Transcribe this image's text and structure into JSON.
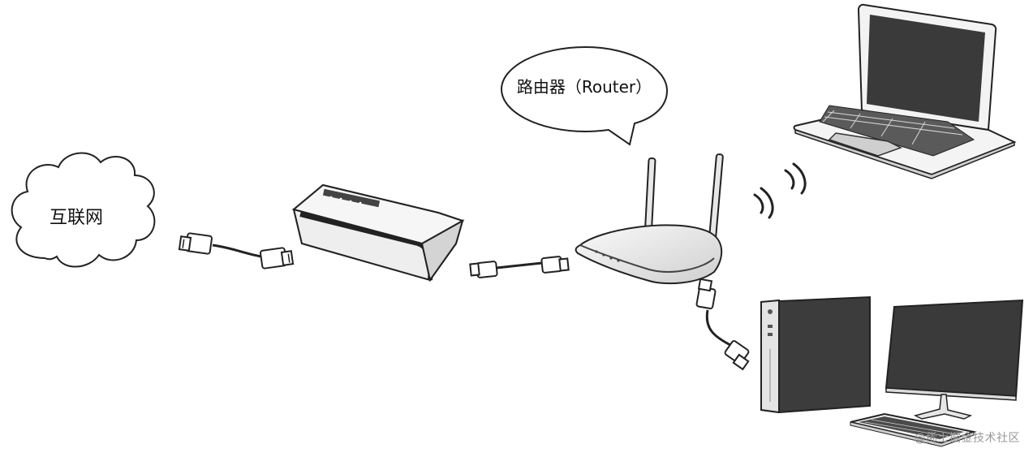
{
  "diagram": {
    "internet_label": "互联网",
    "router_label": "路由器（Router）"
  },
  "watermark": "@稀土掘金技术社区",
  "colors": {
    "stroke": "#2b2b2b",
    "screen": "#3a3a3a",
    "tower": "#3c3c3c",
    "light_fill": "#f2f2f2"
  }
}
